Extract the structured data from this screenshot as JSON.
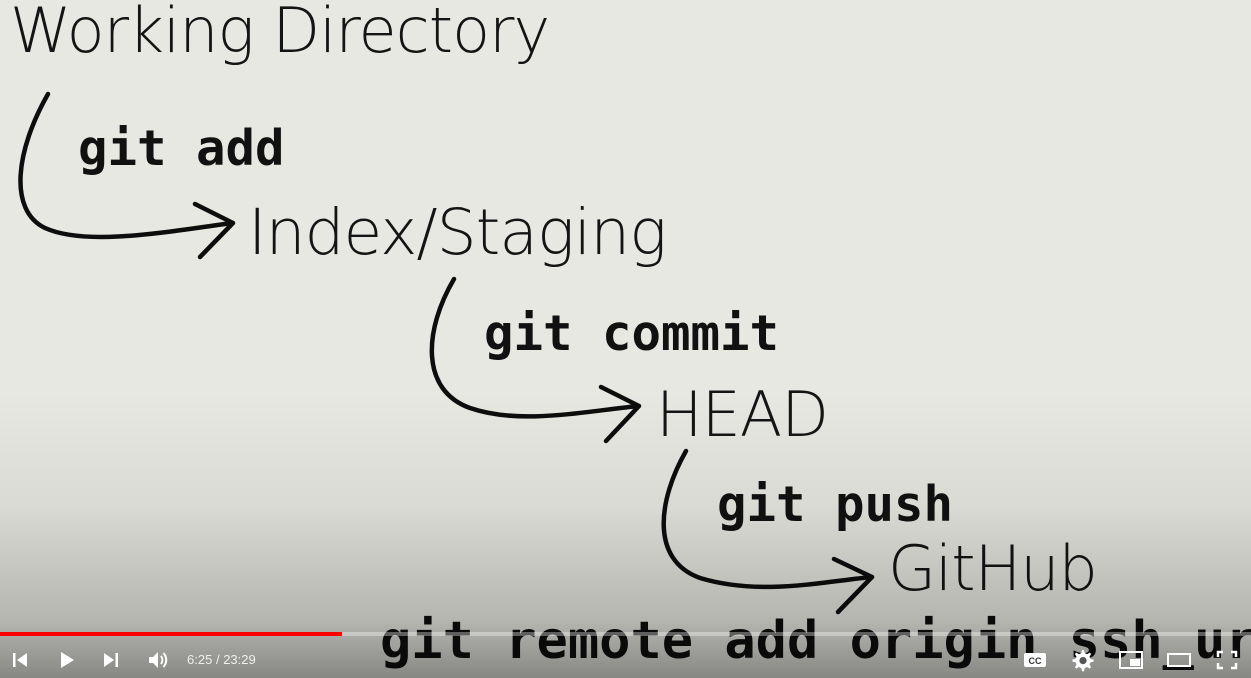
{
  "slide": {
    "stages": [
      "Working Directory",
      "Index/Staging",
      "HEAD",
      "GitHub"
    ],
    "commands": [
      "git add",
      "git commit",
      "git push"
    ],
    "footer_command": "git remote add origin ssh_url"
  },
  "player": {
    "current_time": "6:25",
    "separator": "/",
    "duration": "23:29",
    "progress_fraction": 0.273,
    "progress_color": "#ff0000",
    "buttons": {
      "previous": "previous-icon",
      "play": "play-icon",
      "next": "next-icon",
      "volume": "volume-icon",
      "captions": "cc-icon",
      "settings": "gear-icon",
      "miniplayer": "miniplayer-icon",
      "theater": "theater-icon",
      "fullscreen": "fullscreen-icon"
    }
  }
}
